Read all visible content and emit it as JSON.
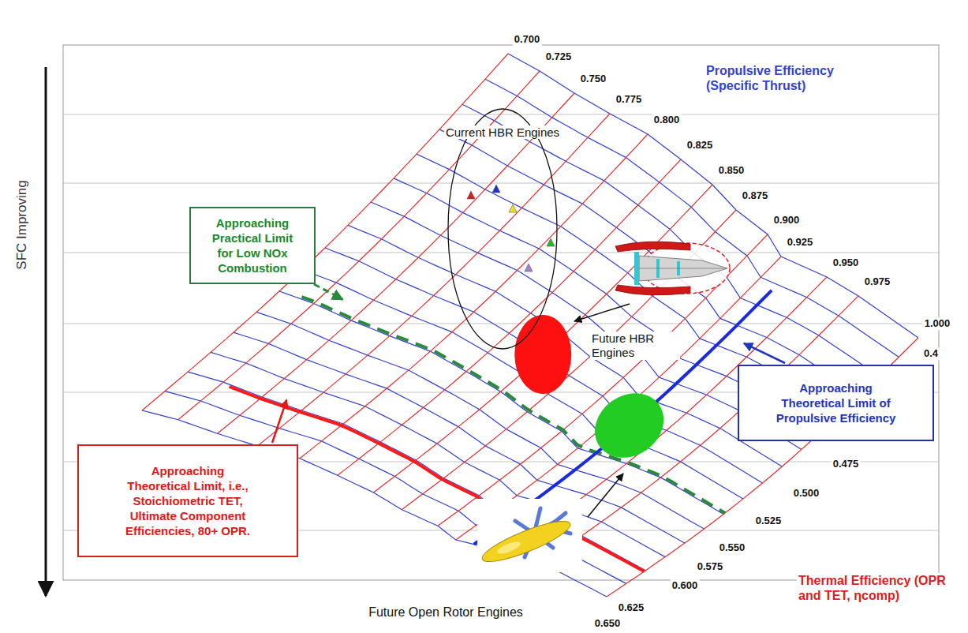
{
  "diagram": {
    "nodes": [
      {
        "text": [
          "Current HBR Engines"
        ]
      },
      {
        "text": [
          "Approaching Practical Limit for Low NOx Combustion"
        ]
      },
      {
        "text": [
          "Approaching Theoretical Limit of Propulsive Efficiency"
        ]
      },
      {
        "text": [
          "Approaching Theoretical Limit, i.e., Stoichiometric TET, Ultimate Component Efficiencies, 80+ OPR."
        ]
      }
    ],
    "labels": [
      "SFC Improving",
      "0.700",
      "0.725",
      "0.750",
      "0.775",
      "0.800",
      "0.825",
      "0.850",
      "0.875",
      "0.900",
      "0.925",
      "0.950",
      "0.975",
      "1.000",
      "Propulsive Efficiency (Specific Thrust)",
      "Future HBR Engines",
      "0.4",
      "0.475",
      "0.500",
      "0.525",
      "0.550",
      "0.575",
      "0.600",
      "0.625",
      "0.650",
      "Thermal Efficiency (OPR and TET, ηcomp)",
      "Future Open Rotor Engines"
    ]
  }
}
